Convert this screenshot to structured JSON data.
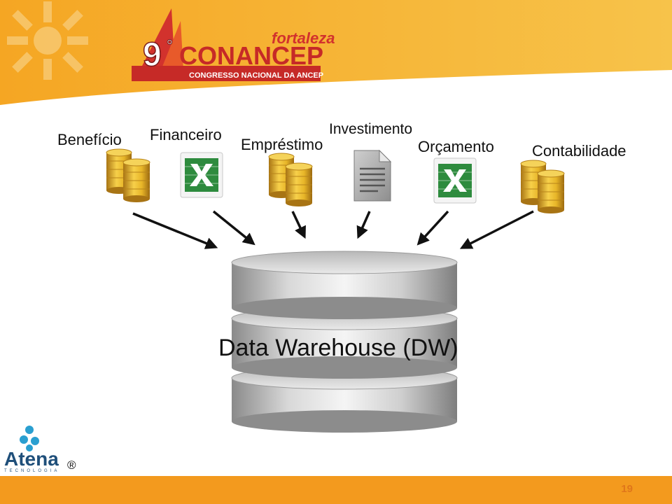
{
  "header": {
    "edition": "9",
    "edition_suffix": "°",
    "event_name": "CONANCEP",
    "city": "fortaleza",
    "subtitle": "CONGRESSO NACIONAL DA ANCEP"
  },
  "sources": [
    {
      "label": "Benefício",
      "icon": "coins-icon"
    },
    {
      "label": "Financeiro",
      "icon": "excel-icon"
    },
    {
      "label": "Empréstimo",
      "icon": "coins-icon"
    },
    {
      "label": "Investimento",
      "icon": "document-icon"
    },
    {
      "label": "Orçamento",
      "icon": "excel-icon"
    },
    {
      "label": "Contabilidade",
      "icon": "coins-icon"
    }
  ],
  "warehouse": {
    "label": "Data Warehouse (DW)",
    "icon": "database-icon"
  },
  "footer": {
    "logo_name": "Atena",
    "logo_sub": "TECNOLOGIA",
    "registered": "®",
    "page_number": "19"
  },
  "colors": {
    "accent_orange": "#f39a1e",
    "brand_red": "#d2322d",
    "excel_green": "#2e8b3e",
    "coin_gold": "#d9a520"
  }
}
